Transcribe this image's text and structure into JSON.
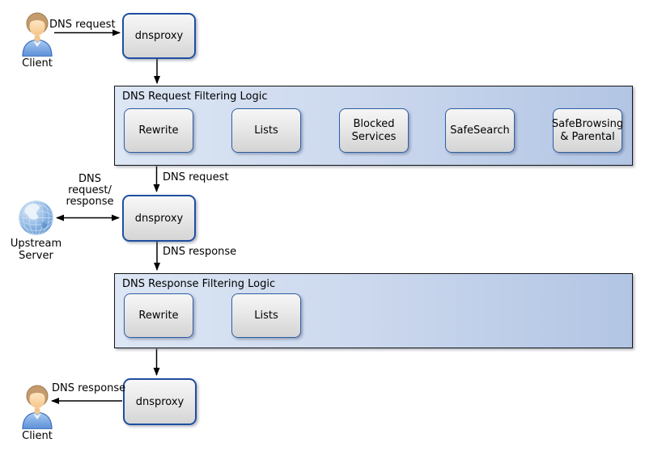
{
  "nodes": {
    "client_top": {
      "label": "Client"
    },
    "client_bottom": {
      "label": "Client"
    },
    "upstream_server": {
      "label": "Upstream Server"
    },
    "dnsproxy_top": {
      "label": "dnsproxy"
    },
    "dnsproxy_mid": {
      "label": "dnsproxy"
    },
    "dnsproxy_bottom": {
      "label": "dnsproxy"
    }
  },
  "edge_labels": {
    "client_to_proxy": "DNS request",
    "filter_to_proxy": "DNS request",
    "upstream_exchange": "DNS request/ response",
    "proxy_to_response_filter": "DNS response",
    "proxy_to_client": "DNS response"
  },
  "containers": [
    {
      "title": "DNS Request Filtering Logic",
      "boxes": [
        {
          "label": "Rewrite"
        },
        {
          "label": "Lists"
        },
        {
          "label": "Blocked Services"
        },
        {
          "label": "SafeSearch"
        },
        {
          "label": "SafeBrowsing & Parental"
        }
      ]
    },
    {
      "title": "DNS Response Filtering Logic",
      "boxes": [
        {
          "label": "Rewrite"
        },
        {
          "label": "Lists"
        }
      ]
    }
  ],
  "colors": {
    "container_gradient_start": "#dce6f4",
    "container_gradient_end": "#b2c5e4",
    "container_border": "#141414",
    "inner_box_border": "#2e5fa3",
    "proxy_box_border": "#1f4fa0",
    "box_fill_top": "#f6f6f6",
    "box_fill_bottom": "#d4d4d4",
    "arrow": "#000000"
  }
}
